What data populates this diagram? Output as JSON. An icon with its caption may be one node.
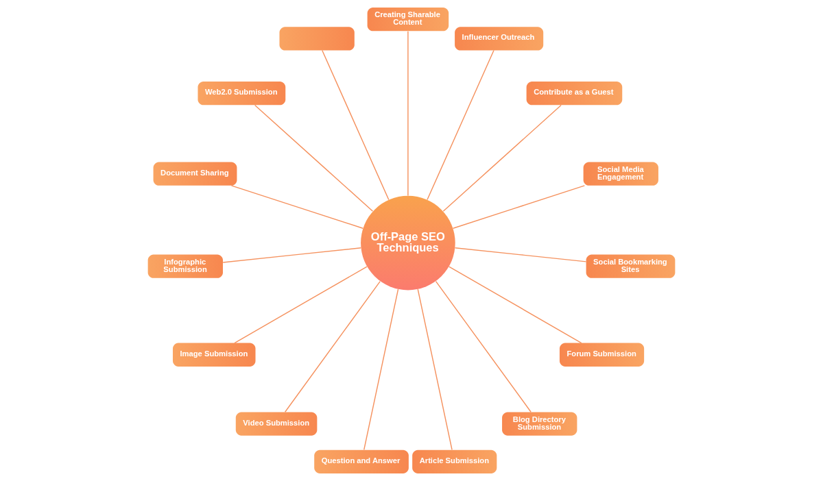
{
  "diagram": {
    "nodes": [
      {
        "text": [
          "Off-Page SEO Techniques"
        ]
      },
      {
        "text": [
          "Creating Sharable Content"
        ]
      },
      {
        "text": [],
        "shape": "box"
      },
      {
        "text": [
          "Web2.0 Submission"
        ]
      },
      {
        "text": [
          "Document Sharing"
        ]
      },
      {
        "text": [
          "Infographic Submission"
        ]
      },
      {
        "text": [
          "Image Submission"
        ]
      },
      {
        "text": [
          "Video Submission"
        ]
      },
      {
        "text": [
          "Question and Answer"
        ]
      },
      {
        "text": [
          "Article Submission"
        ]
      },
      {
        "text": [
          "Blog Directory Submission"
        ]
      },
      {
        "text": [
          "Forum Submission"
        ]
      },
      {
        "text": [
          "Social Bookmarking Sites"
        ]
      },
      {
        "text": [
          "Social Media Engagement"
        ]
      },
      {
        "text": [
          "Contribute as a Guest"
        ]
      },
      {
        "text": [
          "Influencer Outreach"
        ]
      }
    ],
    "edges": [
      {
        "from": 0,
        "to": 1,
        "arrow": "none"
      },
      {
        "from": 0,
        "to": 2,
        "arrow": "none"
      },
      {
        "from": 0,
        "to": 3,
        "arrow": "none"
      },
      {
        "from": 0,
        "to": 4,
        "arrow": "none"
      },
      {
        "from": 0,
        "to": 5,
        "arrow": "none"
      },
      {
        "from": 0,
        "to": 6,
        "arrow": "none"
      },
      {
        "from": 0,
        "to": 7,
        "arrow": "none"
      },
      {
        "from": 0,
        "to": 8,
        "arrow": "none"
      },
      {
        "from": 0,
        "to": 9,
        "arrow": "none"
      },
      {
        "from": 0,
        "to": 10,
        "arrow": "none"
      },
      {
        "from": 0,
        "to": 11,
        "arrow": "none"
      },
      {
        "from": 0,
        "to": 12,
        "arrow": "none"
      },
      {
        "from": 0,
        "to": 13,
        "arrow": "none"
      },
      {
        "from": 0,
        "to": 14,
        "arrow": "none"
      },
      {
        "from": 0,
        "to": 15,
        "arrow": "none"
      }
    ]
  }
}
